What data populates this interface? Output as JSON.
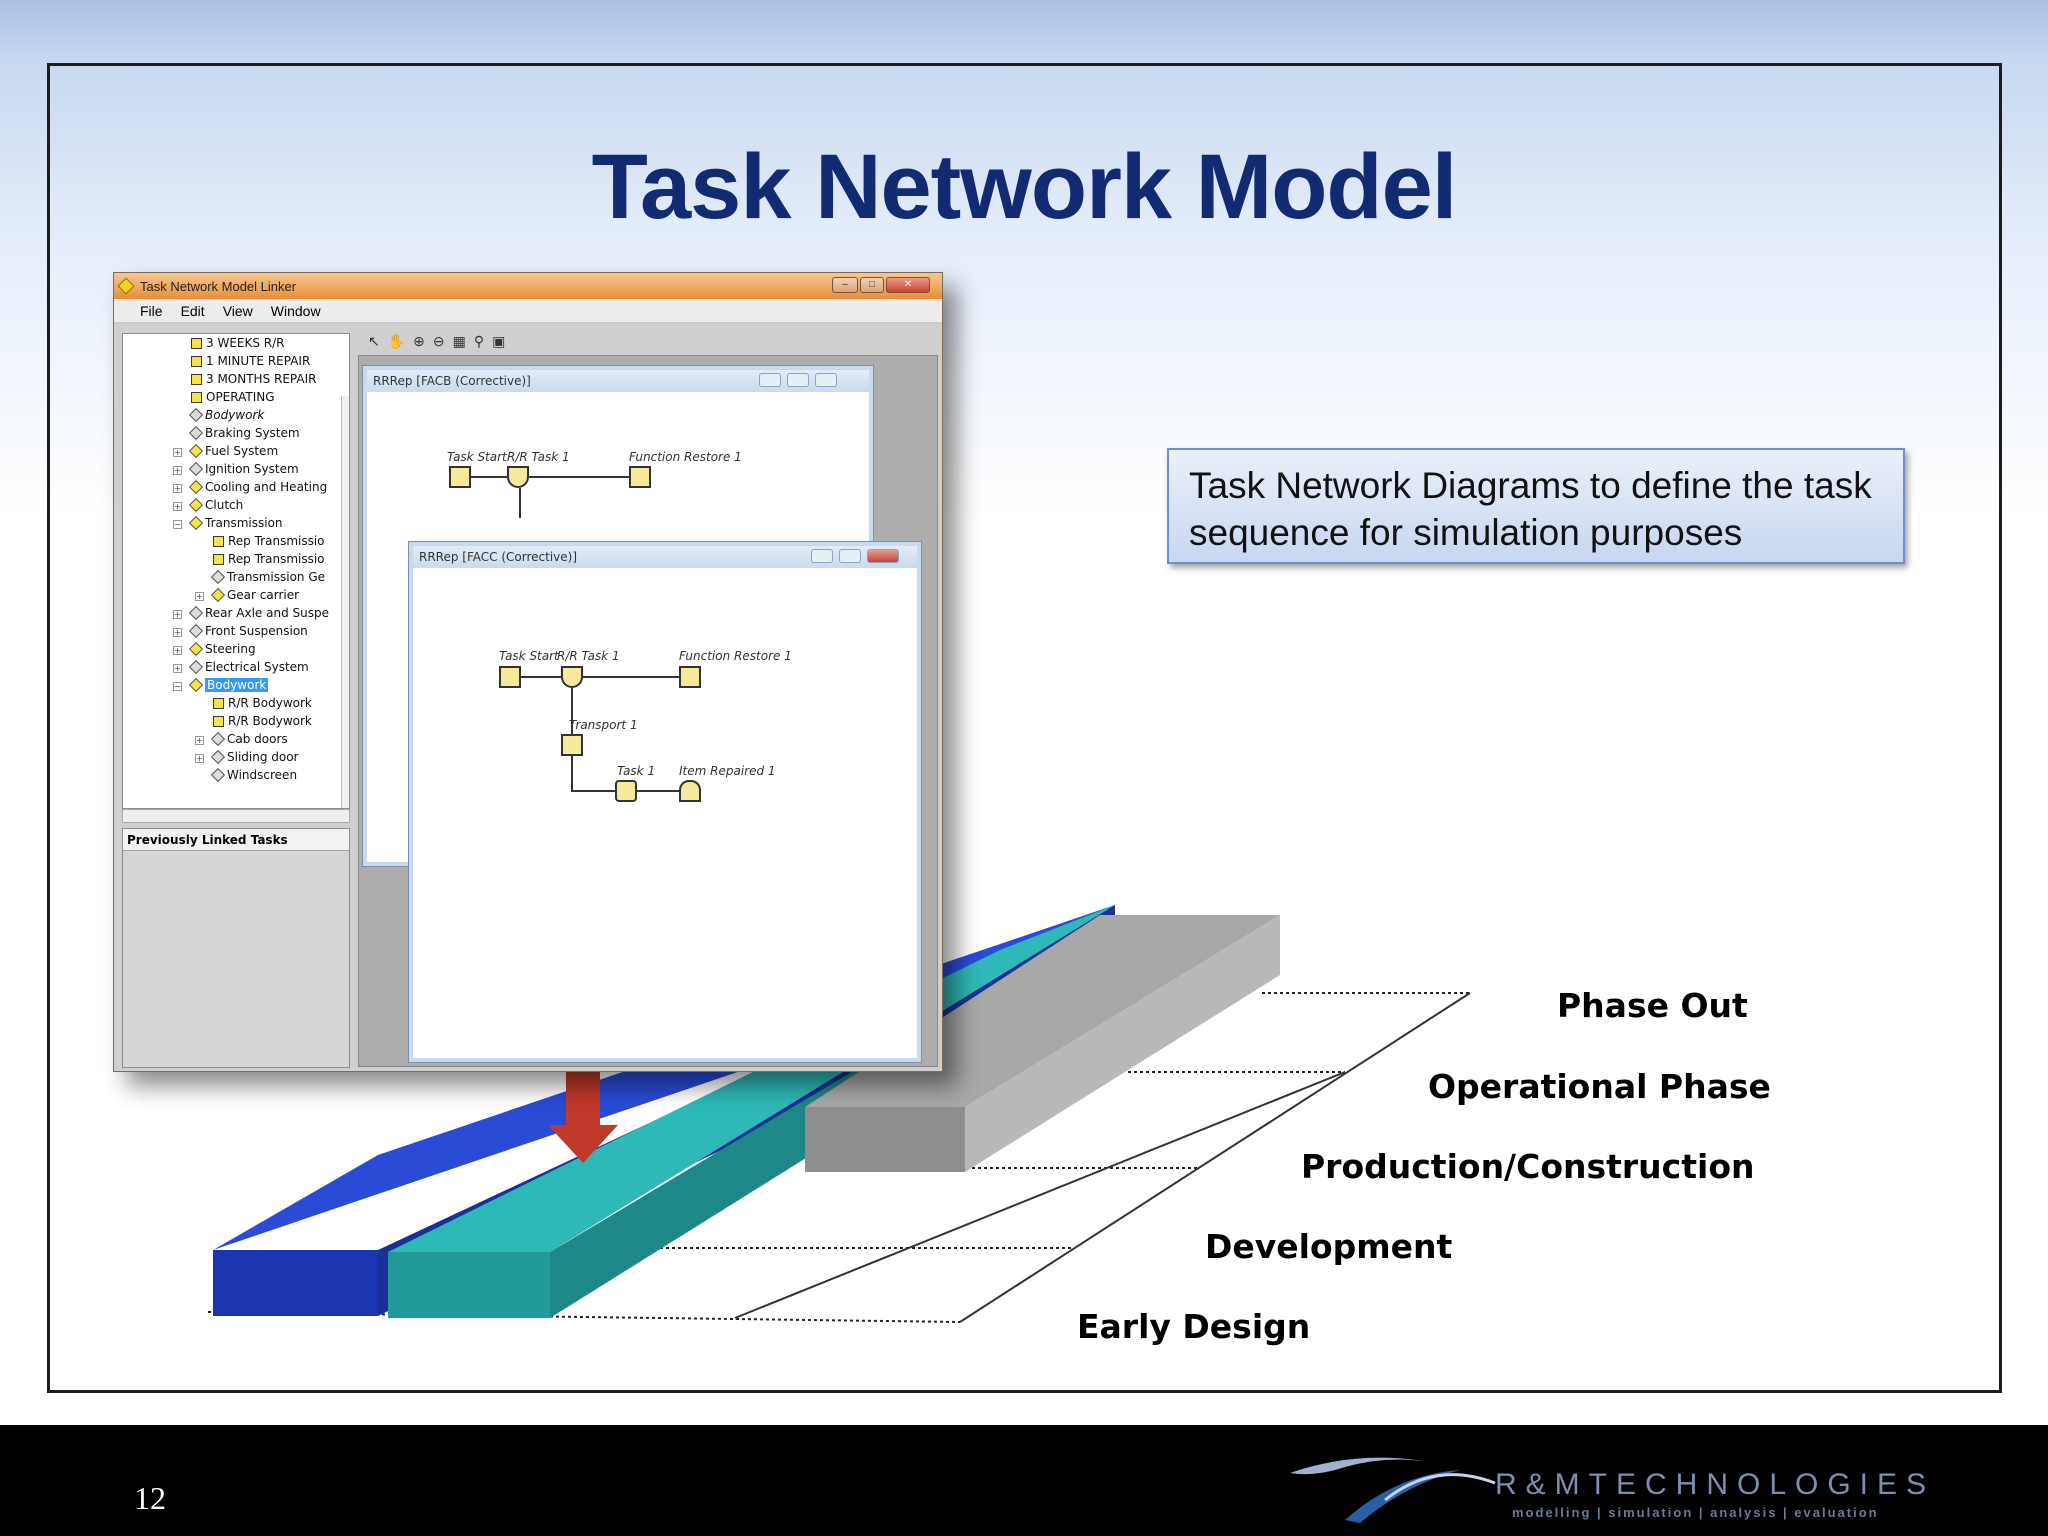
{
  "slide": {
    "title": "Task Network Model",
    "callout": "Task Network Diagrams to define the task sequence for simulation purposes",
    "page_number": "12"
  },
  "phases": [
    "Phase Out",
    "Operational Phase",
    "Production/Construction",
    "Development",
    "Early Design"
  ],
  "footer": {
    "brand": "R&MTECHNOLOGIES",
    "tagline": "modelling | simulation | analysis | evaluation"
  },
  "window": {
    "title": "Task Network Model Linker",
    "menu": [
      "File",
      "Edit",
      "View",
      "Window"
    ],
    "tree": [
      "3 WEEKS R/R",
      "1 MINUTE REPAIR",
      "3 MONTHS REPAIR",
      "OPERATING",
      "Bodywork",
      "Braking System",
      "Fuel System",
      "Ignition System",
      "Cooling and Heating",
      "Clutch",
      "Transmission",
      "Rep Transmissio",
      "Rep Transmissio",
      "Transmission Ge",
      "Gear carrier",
      "Rear Axle and Suspe",
      "Front Suspension",
      "Steering",
      "Electrical System",
      "Bodywork",
      "R/R Bodywork",
      "R/R Bodywork",
      "Cab doors",
      "Sliding door",
      "Windscreen"
    ],
    "linked_panel_title": "Previously Linked Tasks",
    "child_back": {
      "title": "RRRep [FACB (Corrective)]",
      "labels": [
        "Task Start",
        "R/R Task 1",
        "Function Restore 1"
      ]
    },
    "child_front": {
      "title": "RRRep [FACC (Corrective)]",
      "labels": [
        "Task Start",
        "R/R Task 1",
        "Function Restore 1",
        "Transport 1",
        "Task 1",
        "Item Repaired 1"
      ]
    }
  },
  "colors": {
    "title": "#122a72",
    "blue_bar": "#2040c8",
    "teal_bar": "#2fb4b4",
    "gray_bar": "#9a9a9a",
    "arrow": "#c0392b"
  }
}
